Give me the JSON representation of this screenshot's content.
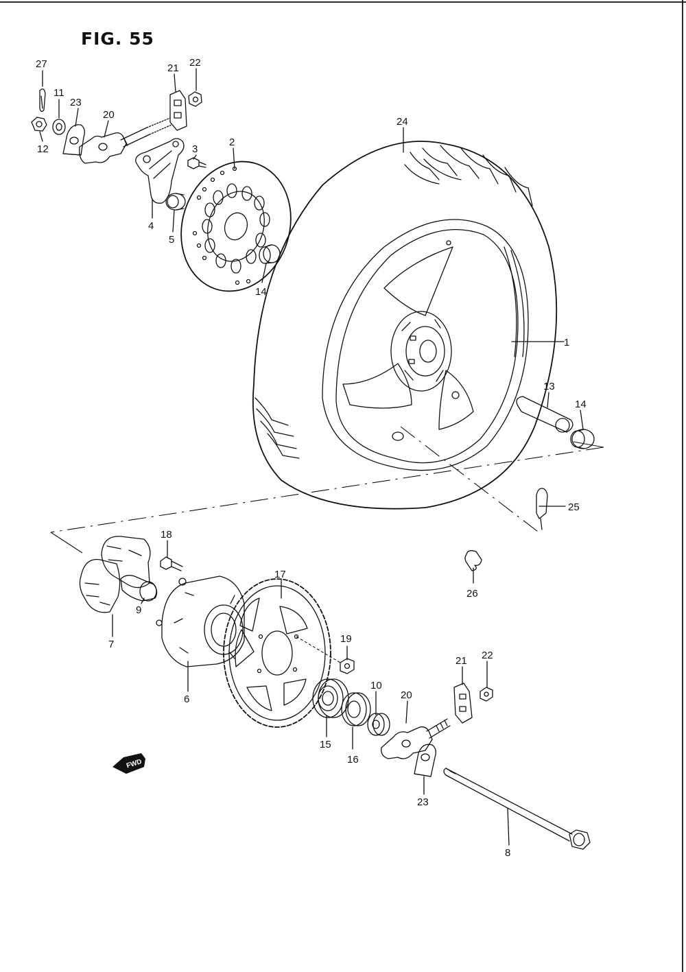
{
  "figure": {
    "title": "FIG. 55",
    "fwd_label": "FWD"
  },
  "callouts": [
    {
      "id": "c1",
      "label": "1"
    },
    {
      "id": "c2",
      "label": "2"
    },
    {
      "id": "c3",
      "label": "3"
    },
    {
      "id": "c4",
      "label": "4"
    },
    {
      "id": "c5",
      "label": "5"
    },
    {
      "id": "c6",
      "label": "6"
    },
    {
      "id": "c7",
      "label": "7"
    },
    {
      "id": "c8",
      "label": "8"
    },
    {
      "id": "c9",
      "label": "9"
    },
    {
      "id": "c10",
      "label": "10"
    },
    {
      "id": "c11",
      "label": "11"
    },
    {
      "id": "c12",
      "label": "12"
    },
    {
      "id": "c13",
      "label": "13"
    },
    {
      "id": "c14a",
      "label": "14"
    },
    {
      "id": "c14b",
      "label": "14"
    },
    {
      "id": "c15",
      "label": "15"
    },
    {
      "id": "c16",
      "label": "16"
    },
    {
      "id": "c17",
      "label": "17"
    },
    {
      "id": "c18",
      "label": "18"
    },
    {
      "id": "c19",
      "label": "19"
    },
    {
      "id": "c20a",
      "label": "20"
    },
    {
      "id": "c20b",
      "label": "20"
    },
    {
      "id": "c21a",
      "label": "21"
    },
    {
      "id": "c21b",
      "label": "21"
    },
    {
      "id": "c22a",
      "label": "22"
    },
    {
      "id": "c22b",
      "label": "22"
    },
    {
      "id": "c23a",
      "label": "23"
    },
    {
      "id": "c23b",
      "label": "23"
    },
    {
      "id": "c24",
      "label": "24"
    },
    {
      "id": "c25",
      "label": "25"
    },
    {
      "id": "c26",
      "label": "26"
    },
    {
      "id": "c27",
      "label": "27"
    }
  ]
}
